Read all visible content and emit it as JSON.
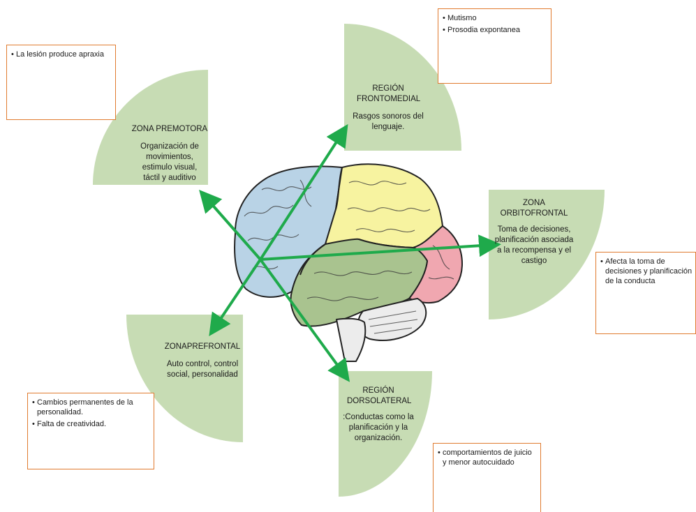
{
  "colors": {
    "quadrant_fill": "#c7dcb4",
    "arrow": "#1faa4b",
    "note_border": "#e07a2e",
    "frontal_lobe": "#b9d3e6",
    "parietal_lobe": "#f7f3a0",
    "temporal_lobe": "#a9c38f",
    "occipital_lobe": "#f0a7b0",
    "cerebellum": "#ececec"
  },
  "zones": {
    "premotora": {
      "title": "ZONA PREMOTORA",
      "description": "Organización de movimientos, estimulo visual, táctil y auditivo",
      "note": [
        "La lesión produce apraxia"
      ]
    },
    "frontomedial": {
      "title": "REGIÓN FRONTOMEDIAL",
      "description": "Rasgos sonoros del lenguaje.",
      "note": [
        "Mutismo",
        "Prosodia expontanea"
      ]
    },
    "orbitofrontal": {
      "title": "ZONA ORBITOFRONTAL",
      "description": "Toma de decisiones, planificación asociada a la recompensa y el castigo",
      "note": [
        "Afecta la toma de decisiones y planificación de la conducta"
      ]
    },
    "prefrontal": {
      "title": "ZONAPREFRONTAL",
      "description": "Auto control, control social, personalidad",
      "note": [
        "Cambios permanentes de la personalidad.",
        "Falta de creatividad."
      ]
    },
    "dorsolateral": {
      "title": "REGIÓN DORSOLATERAL",
      "description": ":Conductas como la planificación y la organización.",
      "note": [
        "comportamientos de juicio y menor autocuidado"
      ]
    }
  }
}
